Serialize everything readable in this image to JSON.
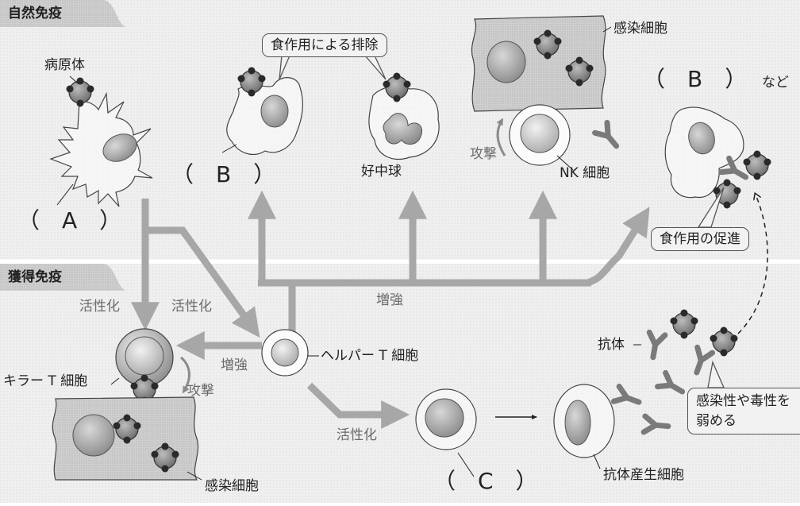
{
  "sections": {
    "innate": "自然免疫",
    "acquired": "獲得免疫"
  },
  "labels": {
    "pathogen": "病原体",
    "blank_a": "（　A　）",
    "blank_b_left": "（　B　）",
    "blank_b_right": "（　B　）",
    "nado": "など",
    "blank_c": "（　C　）",
    "neutrophil": "好中球",
    "nk_cell": "NK 細胞",
    "infected_cell_top": "感染細胞",
    "infected_cell_bottom": "感染細胞",
    "attack_nk": "攻撃",
    "attack_killer": "攻撃",
    "activate_1": "活性化",
    "activate_2": "活性化",
    "activate_3": "活性化",
    "enhance_main": "増強",
    "enhance_killer": "増強",
    "helper_t": "ヘルパー T 細胞",
    "killer_t": "キラー T 細胞",
    "antibody": "抗体",
    "plasma_cell": "抗体産生細胞"
  },
  "bubbles": {
    "phagocytosis": "食作用による排除",
    "promote_phagocytosis": "食作用の促進",
    "weaken": "感染性や毒性を弱める"
  }
}
